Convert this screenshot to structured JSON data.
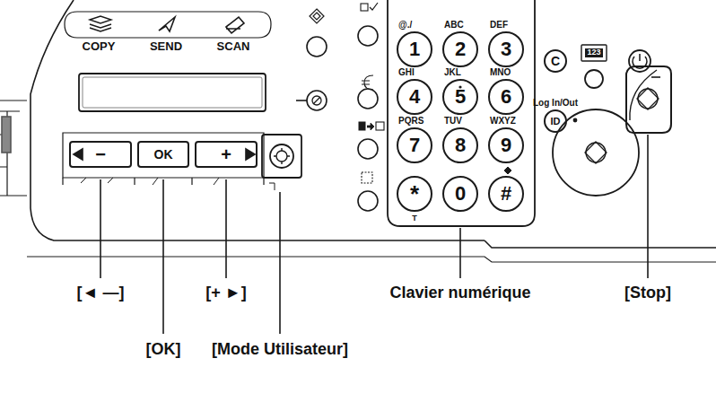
{
  "diagram": {
    "nodes": [
      {
        "text": [
          "COPY"
        ]
      },
      {
        "text": [
          "SEND"
        ]
      },
      {
        "text": [
          "SCAN"
        ]
      },
      {
        "text": [
          "−"
        ]
      },
      {
        "text": [
          "OK"
        ]
      },
      {
        "text": [
          "+"
        ]
      },
      {
        "text": [
          "@./",
          "1"
        ]
      },
      {
        "text": [
          "ABC",
          "2"
        ]
      },
      {
        "text": [
          "DEF",
          "3"
        ]
      },
      {
        "text": [
          "GHI",
          "4"
        ]
      },
      {
        "text": [
          "JKL",
          "5"
        ]
      },
      {
        "text": [
          "MNO",
          "6"
        ]
      },
      {
        "text": [
          "PQRS",
          "7"
        ]
      },
      {
        "text": [
          "TUV",
          "8"
        ]
      },
      {
        "text": [
          "WXYZ",
          "9"
        ]
      },
      {
        "text": [
          "*",
          "T"
        ]
      },
      {
        "text": [
          "0"
        ]
      },
      {
        "text": [
          "#"
        ]
      },
      {
        "text": [
          "C"
        ]
      },
      {
        "text": [
          "Log In/Out",
          "ID"
        ]
      }
    ],
    "labels": [
      "123",
      "[◄ —]",
      "[+ ►]",
      "[OK]",
      "[Mode Utilisateur]",
      "Clavier numérique",
      "[Stop]"
    ]
  }
}
